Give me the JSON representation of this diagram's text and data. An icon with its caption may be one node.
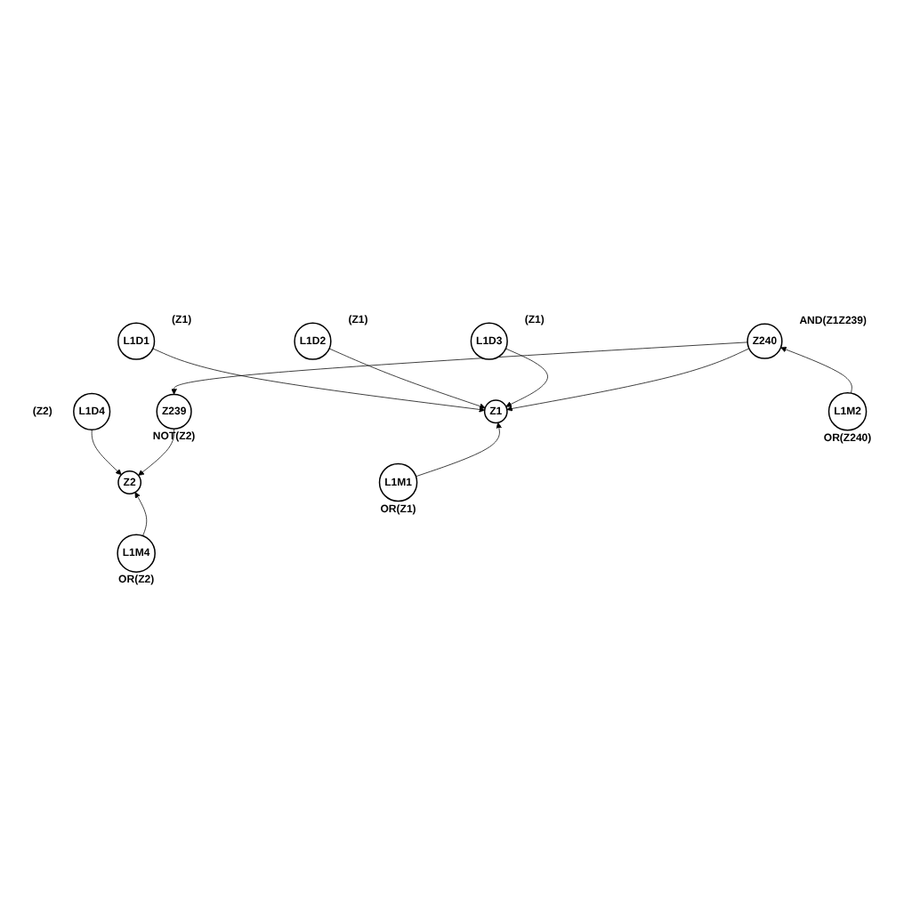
{
  "diagram": {
    "nodes": [
      {
        "text": [
          "L1D1"
        ],
        "beside": [
          "(Z1)"
        ]
      },
      {
        "text": [
          "L1D2"
        ],
        "beside": [
          "(Z1)"
        ]
      },
      {
        "text": [
          "L1D3"
        ],
        "beside": [
          "(Z1)"
        ]
      },
      {
        "text": [
          "L1D4"
        ],
        "beside": [
          "(Z2)"
        ]
      },
      {
        "text": [
          "Z1"
        ]
      },
      {
        "text": [
          "Z240"
        ],
        "beside": [
          "AND(Z1Z239)"
        ]
      },
      {
        "text": [
          "Z2"
        ]
      },
      {
        "text": [
          "Z239"
        ],
        "beside": [
          "NOT(Z2)"
        ]
      },
      {
        "text": [
          "L1M1"
        ],
        "beside": [
          "OR(Z1)"
        ]
      },
      {
        "text": [
          "L1M2"
        ],
        "beside": [
          "OR(Z240)"
        ]
      },
      {
        "text": [
          "L1M4"
        ],
        "beside": [
          "OR(Z2)"
        ]
      }
    ],
    "edges": [
      {
        "from": 0,
        "to": 4,
        "arrow": "to"
      },
      {
        "from": 1,
        "to": 4,
        "arrow": "to"
      },
      {
        "from": 2,
        "to": 4,
        "arrow": "to"
      },
      {
        "from": 3,
        "to": 6,
        "arrow": "to"
      },
      {
        "from": 5,
        "to": 4,
        "arrow": "to"
      },
      {
        "from": 5,
        "to": 7,
        "arrow": "to"
      },
      {
        "from": 7,
        "to": 6,
        "arrow": "to"
      },
      {
        "from": 8,
        "to": 4,
        "arrow": "to"
      },
      {
        "from": 9,
        "to": 5,
        "arrow": "to"
      },
      {
        "from": 10,
        "to": 6,
        "arrow": "to"
      }
    ]
  }
}
